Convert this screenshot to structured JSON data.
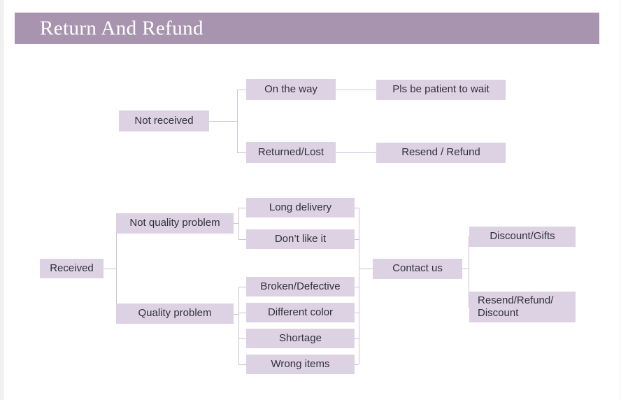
{
  "slide": {
    "title": "Return And Refund",
    "background_color": "#ffffff",
    "banner_color": "#a994b0",
    "node_color": "#ddd2e3",
    "connector_color": "#cfc3d4",
    "text_color": "#31303a"
  },
  "diagram": {
    "type": "tree-flowchart",
    "branches": {
      "not_received": {
        "root": "Not received",
        "children": [
          {
            "label": "On the way",
            "outcome": "Pls be patient to wait"
          },
          {
            "label": "Returned/Lost",
            "outcome": "Resend / Refund"
          }
        ]
      },
      "received": {
        "root": "Received",
        "categories": [
          {
            "label": "Not quality  problem",
            "reasons": [
              "Long delivery",
              "Don’t like it"
            ]
          },
          {
            "label": "Quality problem",
            "reasons": [
              "Broken/Defective",
              "Different color",
              "Shortage",
              "Wrong items"
            ]
          }
        ],
        "action": "Contact us",
        "outcomes": [
          "Discount/Gifts",
          "Resend/Refund/\nDiscount"
        ]
      }
    }
  },
  "nodes": {
    "not_received": "Not received",
    "on_the_way": "On the way",
    "returned_lost": "Returned/Lost",
    "pls_be_patient": "Pls be patient to wait",
    "resend_refund": "Resend / Refund",
    "received": "Received",
    "not_quality_problem": "Not quality  problem",
    "quality_problem": "Quality problem",
    "long_delivery": "Long delivery",
    "dont_like_it": "Don’t like it",
    "broken_defective": "Broken/Defective",
    "different_color": "Different color",
    "shortage": "Shortage",
    "wrong_items": "Wrong items",
    "contact_us": "Contact us",
    "discount_gifts": "Discount/Gifts",
    "resend_refund_discount_line1": "Resend/Refund/",
    "resend_refund_discount_line2": "Discount"
  }
}
